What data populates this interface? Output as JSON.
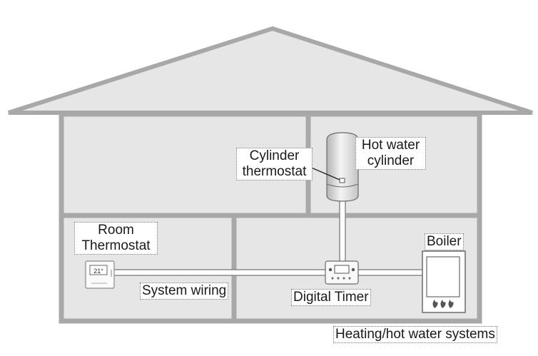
{
  "labels": {
    "hot_water_cylinder_line1": "Hot water",
    "hot_water_cylinder_line2": "cylinder",
    "cylinder_thermostat_line1": "Cylinder",
    "cylinder_thermostat_line2": "thermostat",
    "room_thermostat_line1": "Room",
    "room_thermostat_line2": "Thermostat",
    "boiler": "Boiler",
    "system_wiring": "System wiring",
    "digital_timer": "Digital Timer",
    "caption": "Heating/hot water systems"
  },
  "device_text": {
    "thermostat_display": "21°"
  },
  "colors": {
    "wall": "#a8a8a8",
    "wall_fill": "#e6e6e6",
    "wiring": "#9a9a9a",
    "label_border": "#777777"
  }
}
